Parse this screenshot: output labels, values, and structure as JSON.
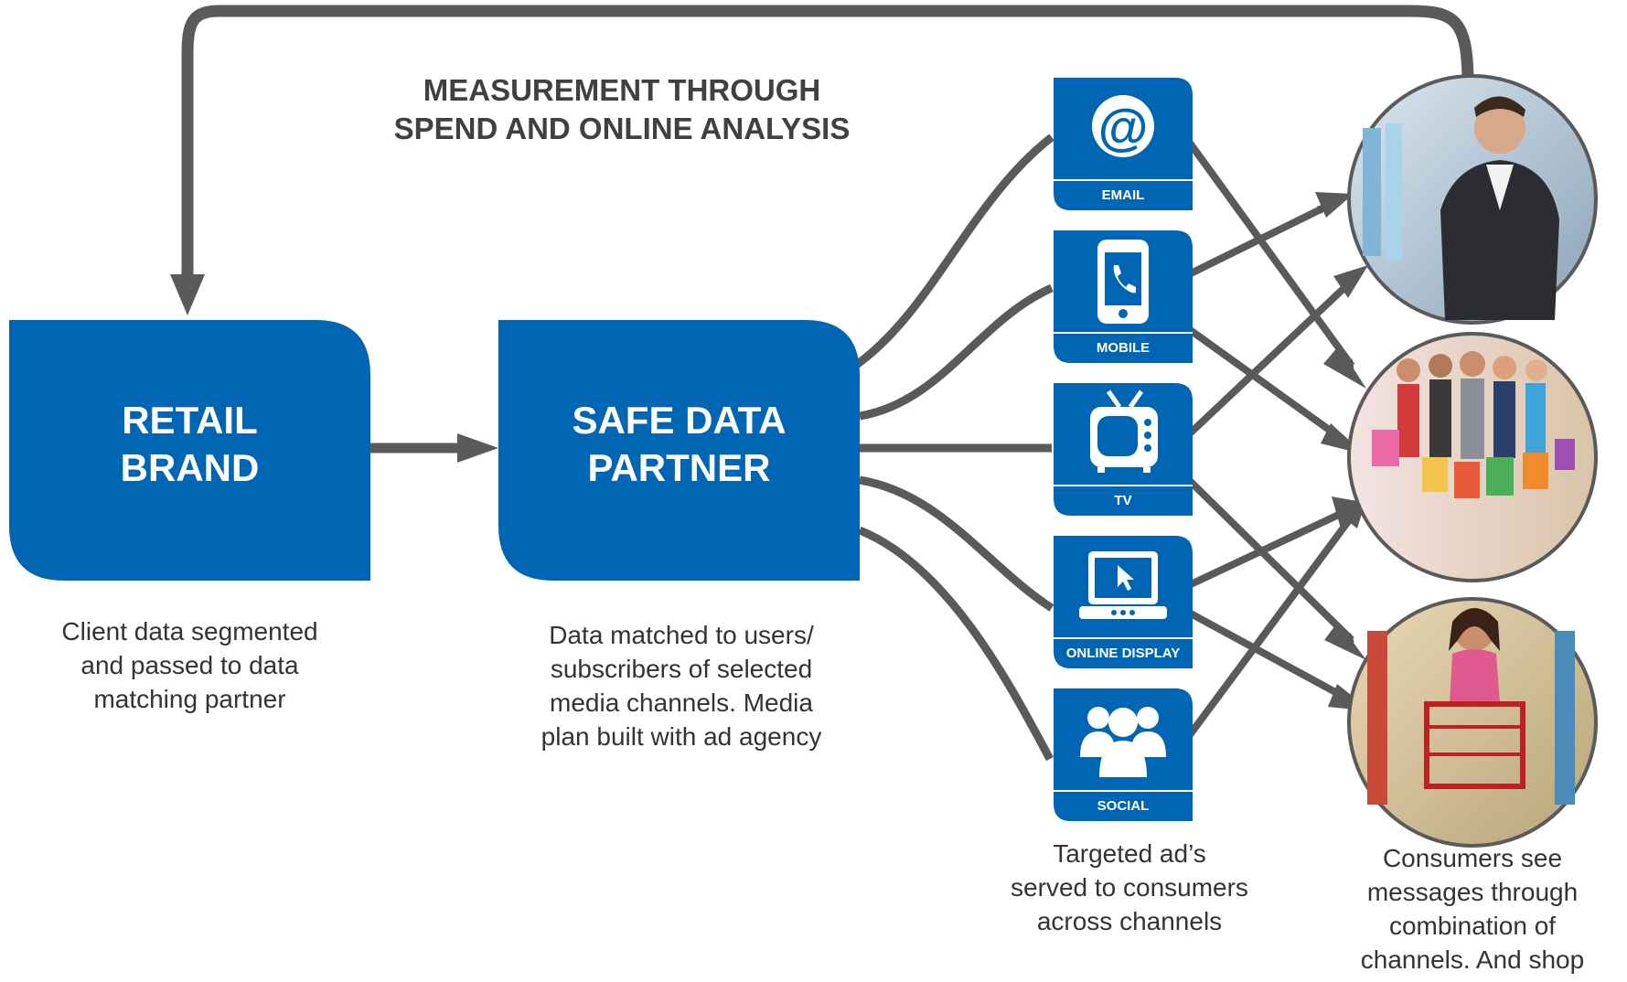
{
  "colors": {
    "brand_blue": "#0066b3",
    "arrow_grey": "#555555",
    "text_grey": "#333333"
  },
  "heading": {
    "text": "MEASUREMENT THROUGH\nSPEND AND ONLINE ANALYSIS"
  },
  "boxes": {
    "retail": {
      "label": "RETAIL\nBRAND"
    },
    "partner": {
      "label": "SAFE DATA\nPARTNER"
    }
  },
  "channels": [
    {
      "label": "EMAIL",
      "icon": "email-icon"
    },
    {
      "label": "MOBILE",
      "icon": "mobile-phone-icon"
    },
    {
      "label": "TV",
      "icon": "tv-icon"
    },
    {
      "label": "ONLINE DISPLAY",
      "icon": "online-display-icon"
    },
    {
      "label": "SOCIAL",
      "icon": "social-people-icon"
    }
  ],
  "consumers": [
    {
      "name": "consumer-photo-man-shopping",
      "icon": "man-shopping-photo"
    },
    {
      "name": "consumer-photo-group-shopping-bags",
      "icon": "women-shopping-bags-photo"
    },
    {
      "name": "consumer-photo-woman-cart",
      "icon": "woman-shopping-cart-photo"
    }
  ],
  "captions": {
    "retail": "Client data segmented\nand passed to data\nmatching partner",
    "partner": "Data matched to users/\nsubscribers of selected\nmedia channels. Media\nplan built with ad agency",
    "channels": "Targeted ad’s\nserved to consumers\nacross channels",
    "consumers": "Consumers see\nmessages through\ncombination of\nchannels. And shop"
  }
}
